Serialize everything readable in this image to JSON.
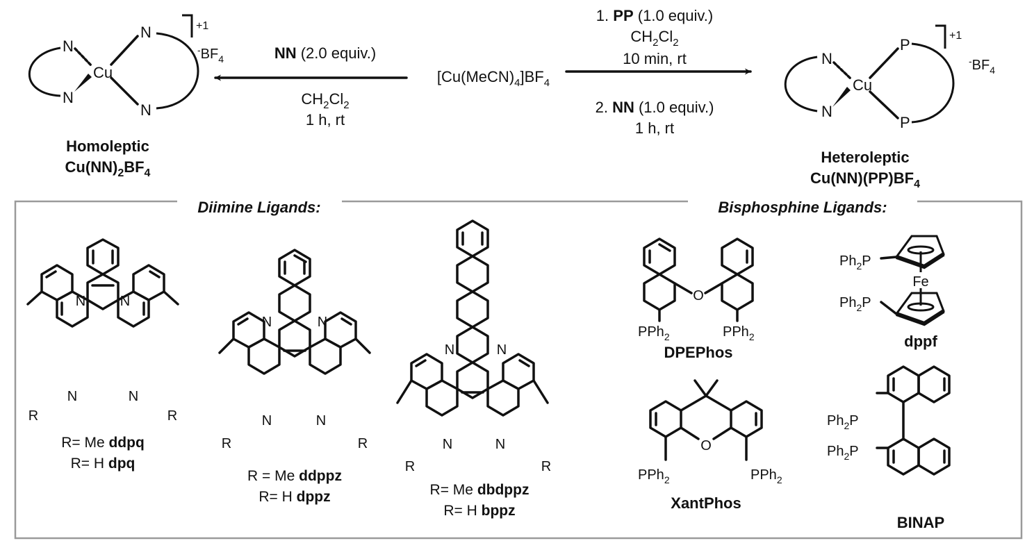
{
  "reaction": {
    "precursor": "[Cu(MeCN)4]BF4",
    "left_arrow": {
      "reagent_bold": "NN",
      "reagent_rest": "(2.0 equiv.)",
      "solvent": "CH2Cl2",
      "conditions": "1 h, rt"
    },
    "right_arrow": {
      "step1_num": "1.",
      "step1_bold": "PP",
      "step1_rest": "(1.0 equiv.)",
      "solvent": "CH2Cl2",
      "time1": "10 min, rt",
      "step2_num": "2.",
      "step2_bold": "NN",
      "step2_rest": "(1.0 equiv.)",
      "time2": "1 h, rt"
    }
  },
  "homoleptic": {
    "metal": "Cu",
    "donor": "N",
    "charge": "+1",
    "counterion": "-BF4",
    "name": "Homoleptic",
    "formula": "Cu(NN)2BF4"
  },
  "heteroleptic": {
    "metal": "Cu",
    "donor_n": "N",
    "donor_p": "P",
    "charge": "+1",
    "counterion": "-BF4",
    "name": "Heteroleptic",
    "formula": "Cu(NN)(PP)BF4"
  },
  "panels": {
    "diimine_title": "Diimine Ligands:",
    "bisphosphine_title": "Bisphosphine Ligands:"
  },
  "diimine_ligands": [
    {
      "substituent": "R",
      "atoms": [
        "N",
        "N",
        "N",
        "N"
      ],
      "lines": [
        {
          "prefix": "R= Me",
          "name": "ddpq"
        },
        {
          "prefix": "R= H",
          "name": "dpq"
        }
      ]
    },
    {
      "substituent": "R",
      "atoms": [
        "N",
        "N",
        "N",
        "N"
      ],
      "lines": [
        {
          "prefix": "R = Me",
          "name": "ddppz"
        },
        {
          "prefix": "R= H",
          "name": "dppz"
        }
      ]
    },
    {
      "substituent": "R",
      "atoms": [
        "N",
        "N",
        "N",
        "N"
      ],
      "lines": [
        {
          "prefix": "R= Me",
          "name": "dbdppz"
        },
        {
          "prefix": "R= H",
          "name": "bppz"
        }
      ]
    }
  ],
  "bisphosphine_ligands": [
    {
      "name": "DPEPhos",
      "atoms": [
        "O",
        "PPh2",
        "PPh2"
      ]
    },
    {
      "name": "dppf",
      "atoms": [
        "Ph2P",
        "Ph2P",
        "Fe"
      ]
    },
    {
      "name": "XantPhos",
      "atoms": [
        "O",
        "PPh2",
        "PPh2"
      ]
    },
    {
      "name": "BINAP",
      "atoms": [
        "Ph2P",
        "Ph2P"
      ]
    }
  ]
}
